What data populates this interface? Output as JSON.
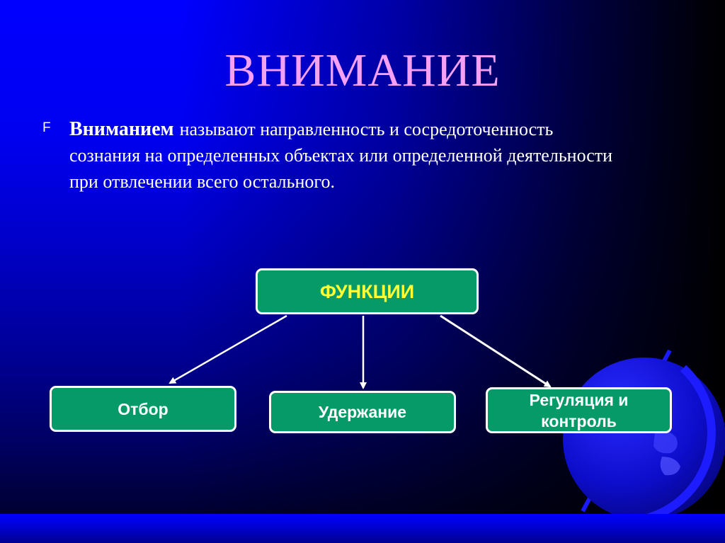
{
  "slide": {
    "title": "ВНИМАНИЕ",
    "bullet_marker": "F",
    "definition": {
      "term": "Вниманием",
      "line1_rest": "называют направленность и сосредоточенность",
      "line2": "сознания на определенных объектах или определенной деятельности",
      "line3": "при отвлечении всего остального."
    },
    "diagram": {
      "root": {
        "label": "ФУНКЦИИ"
      },
      "children": [
        {
          "label": "Отбор"
        },
        {
          "label": "Удержание"
        },
        {
          "label": "Регуляция и контроль",
          "line1": "Регуляция и",
          "line2": "контроль"
        }
      ]
    },
    "decorations": {
      "globe": "globe-icon"
    }
  },
  "colors": {
    "background_top_left": "#0000FF",
    "background_right": "#000000",
    "title": "#F5A0F5",
    "box_fill": "#069A68",
    "box_border": "#FFFFFF",
    "root_label": "#FFFF33",
    "text": "#FFFFFF"
  }
}
